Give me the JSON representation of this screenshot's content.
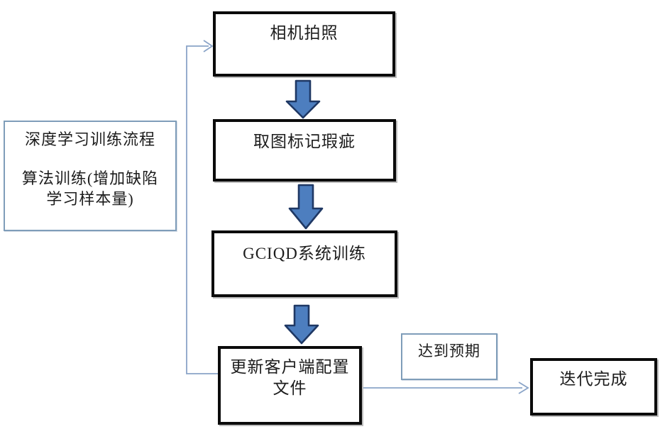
{
  "flowchart": {
    "nodes": {
      "camera_capture": {
        "label": "相机拍照"
      },
      "mark_defects": {
        "label": "取图标记瑕疵"
      },
      "gciqd_training": {
        "label": "GCIQD系统训练"
      },
      "update_client_config": {
        "lines": [
          "更新客户端配置",
          "文件"
        ]
      },
      "iteration_complete": {
        "label": "迭代完成"
      }
    },
    "side_note": {
      "lines": [
        "深度学习训练流程",
        "算法训练(增加缺陷",
        "学习样本量)"
      ]
    },
    "edge_labels": {
      "meets_expectation": "达到预期"
    },
    "colors": {
      "block_arrow_fill": "#4d7ebf",
      "block_arrow_stroke": "#1f3864",
      "connector_line": "#8aa4c8",
      "thick_box_border": "#0b0b0b",
      "thin_box_border": "#7f9db9",
      "text": "#1c1c1c",
      "background": "#ffffff"
    }
  }
}
